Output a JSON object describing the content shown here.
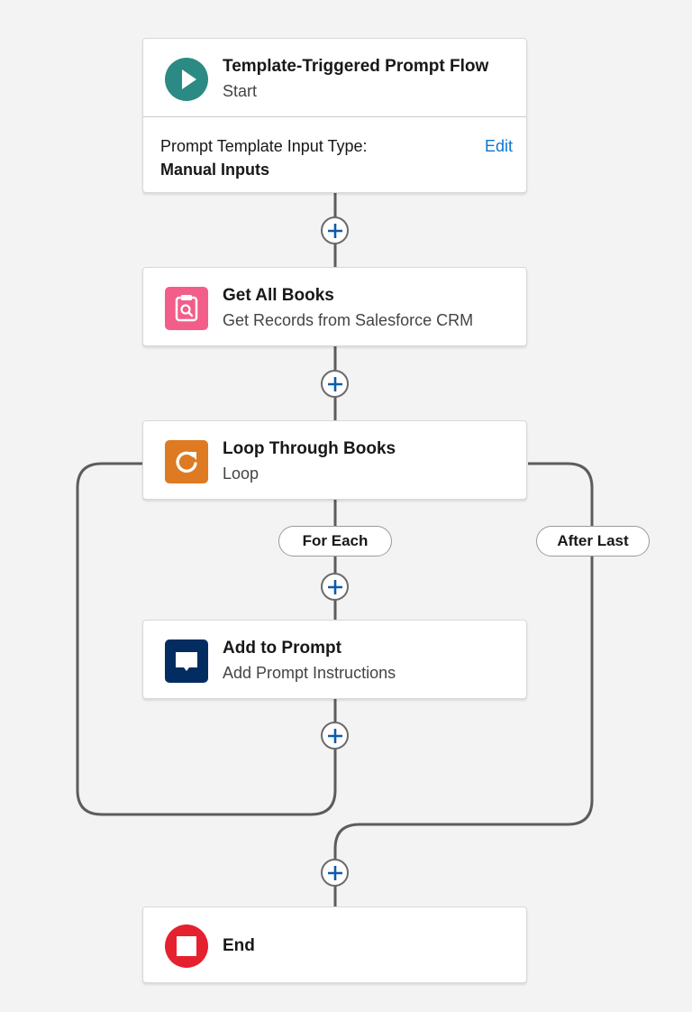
{
  "flow": {
    "start": {
      "title": "Template-Triggered Prompt Flow",
      "subtitle": "Start",
      "icon": "play-icon",
      "color": "#2b8a83",
      "input_type_label": "Prompt Template Input Type:",
      "input_type_value": "Manual Inputs",
      "edit_label": "Edit"
    },
    "get_records": {
      "title": "Get All Books",
      "subtitle": "Get Records from Salesforce CRM",
      "icon": "clipboard-search-icon",
      "color": "#f35d8a"
    },
    "loop": {
      "title": "Loop Through Books",
      "subtitle": "Loop",
      "icon": "loop-arrow-icon",
      "color": "#dd7a22",
      "for_each_label": "For Each",
      "after_last_label": "After Last"
    },
    "add_prompt": {
      "title": "Add to Prompt",
      "subtitle": "Add Prompt Instructions",
      "icon": "speech-bubble-icon",
      "color": "#032d60"
    },
    "end": {
      "title": "End",
      "icon": "stop-icon",
      "color": "#e5202f"
    }
  },
  "colors": {
    "canvas": "#f3f3f3",
    "connector": "#5c5c5c",
    "add_button_plus": "#0b5cab",
    "link": "#0b76d0"
  }
}
